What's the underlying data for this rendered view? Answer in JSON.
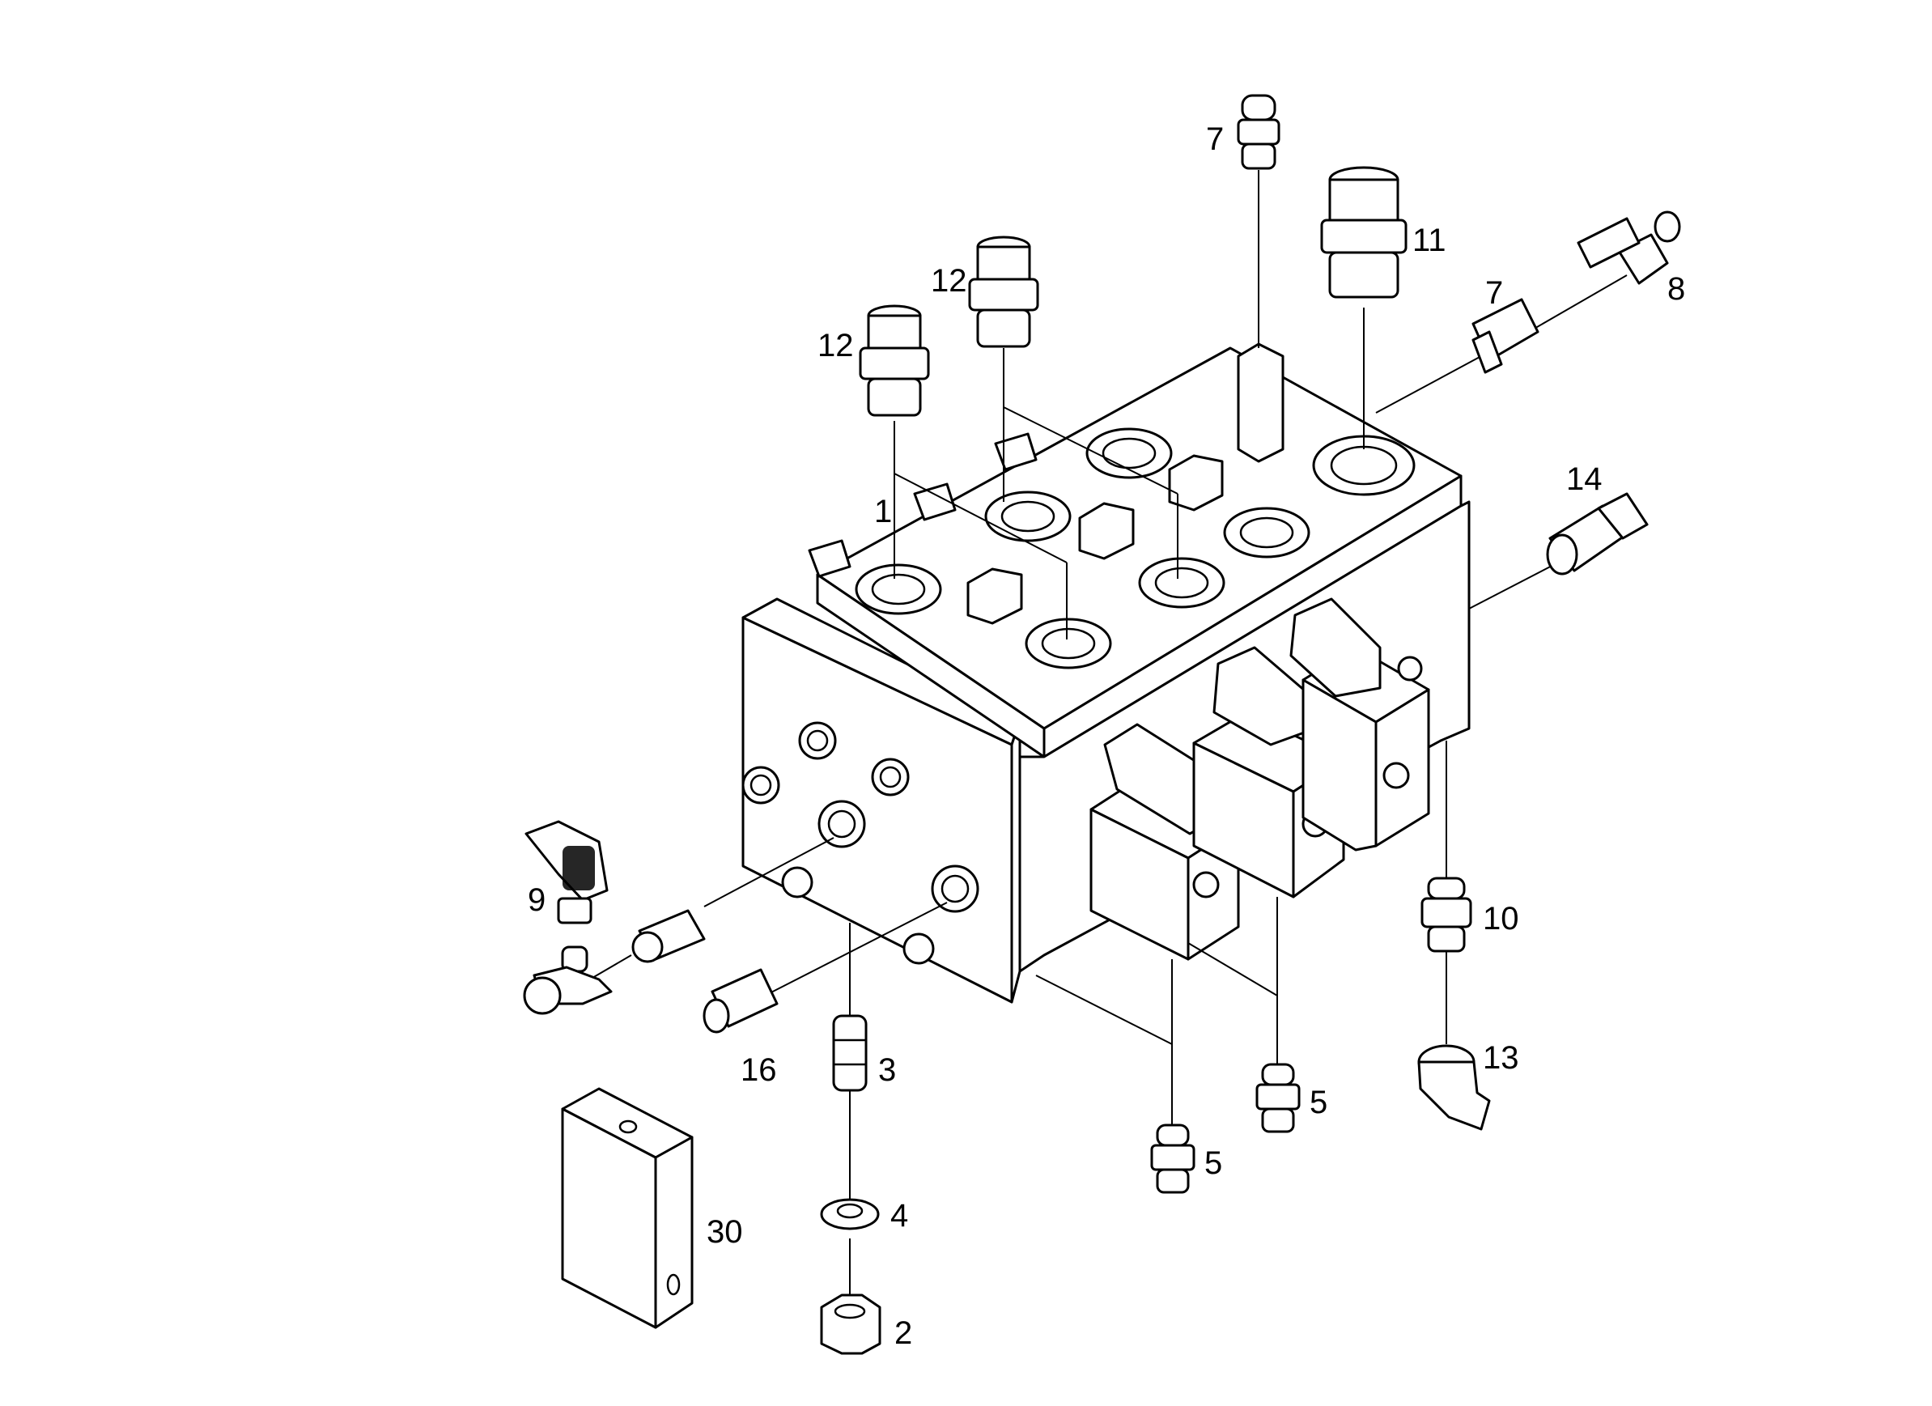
{
  "callouts": {
    "c1": "1",
    "c2": "2",
    "c3": "3",
    "c4": "4",
    "c5a": "5",
    "c5b": "5",
    "c7a": "7",
    "c7b": "7",
    "c8": "8",
    "c9": "9",
    "c10": "10",
    "c11": "11",
    "c12a": "12",
    "c12b": "12",
    "c13": "13",
    "c14": "14",
    "c16": "16",
    "c30": "30"
  }
}
